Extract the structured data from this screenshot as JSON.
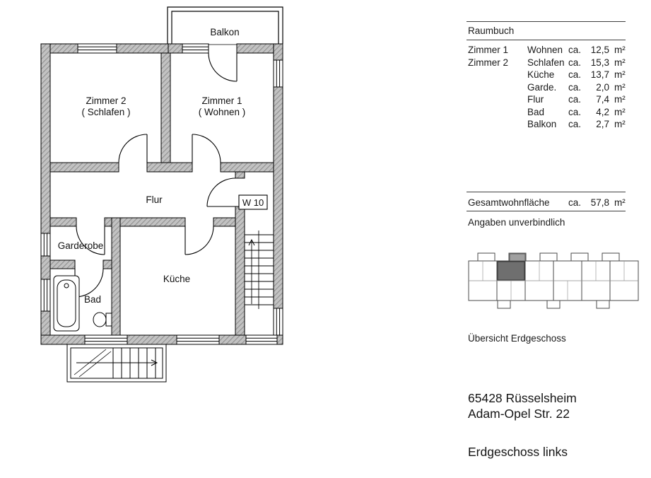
{
  "colors": {
    "wall_fill": "#c2c2c2",
    "wall_hatch": "#7f7f7f",
    "line": "#000000",
    "highlight_unit": "#6f6f6f",
    "text": "#1a1a1a"
  },
  "floorplan": {
    "rooms": {
      "balkon": "Balkon",
      "zimmer2_line1": "Zimmer 2",
      "zimmer2_line2": "( Schlafen )",
      "zimmer1_line1": "Zimmer 1",
      "zimmer1_line2": "( Wohnen )",
      "flur": "Flur",
      "unit_label": "W 10",
      "garderobe": "Garderobe",
      "kueche": "Küche",
      "bad": "Bad"
    }
  },
  "raumbuch": {
    "title": "Raumbuch",
    "rows": [
      {
        "zimmer": "Zimmer 1",
        "raum": "Wohnen",
        "ca": "ca.",
        "value": "12,5",
        "unit": "m²"
      },
      {
        "zimmer": "Zimmer 2",
        "raum": "Schlafen",
        "ca": "ca.",
        "value": "15,3",
        "unit": "m²"
      },
      {
        "zimmer": "",
        "raum": "Küche",
        "ca": "ca.",
        "value": "13,7",
        "unit": "m²"
      },
      {
        "zimmer": "",
        "raum": "Garde.",
        "ca": "ca.",
        "value": "2,0",
        "unit": "m²"
      },
      {
        "zimmer": "",
        "raum": "Flur",
        "ca": "ca.",
        "value": "7,4",
        "unit": "m²"
      },
      {
        "zimmer": "",
        "raum": "Bad",
        "ca": "ca.",
        "value": "4,2",
        "unit": "m²"
      },
      {
        "zimmer": "",
        "raum": "Balkon",
        "ca": "ca.",
        "value": "2,7",
        "unit": "m²"
      }
    ],
    "total": {
      "label": "Gesamtwohnfläche",
      "ca": "ca.",
      "value": "57,8",
      "unit": "m²"
    },
    "disclaimer": "Angaben unverbindlich"
  },
  "overview": {
    "caption": "Übersicht Erdgeschoss"
  },
  "address": {
    "line1": "65428 Rüsselsheim",
    "line2": "Adam-Opel Str. 22",
    "floor": "Erdgeschoss links"
  }
}
